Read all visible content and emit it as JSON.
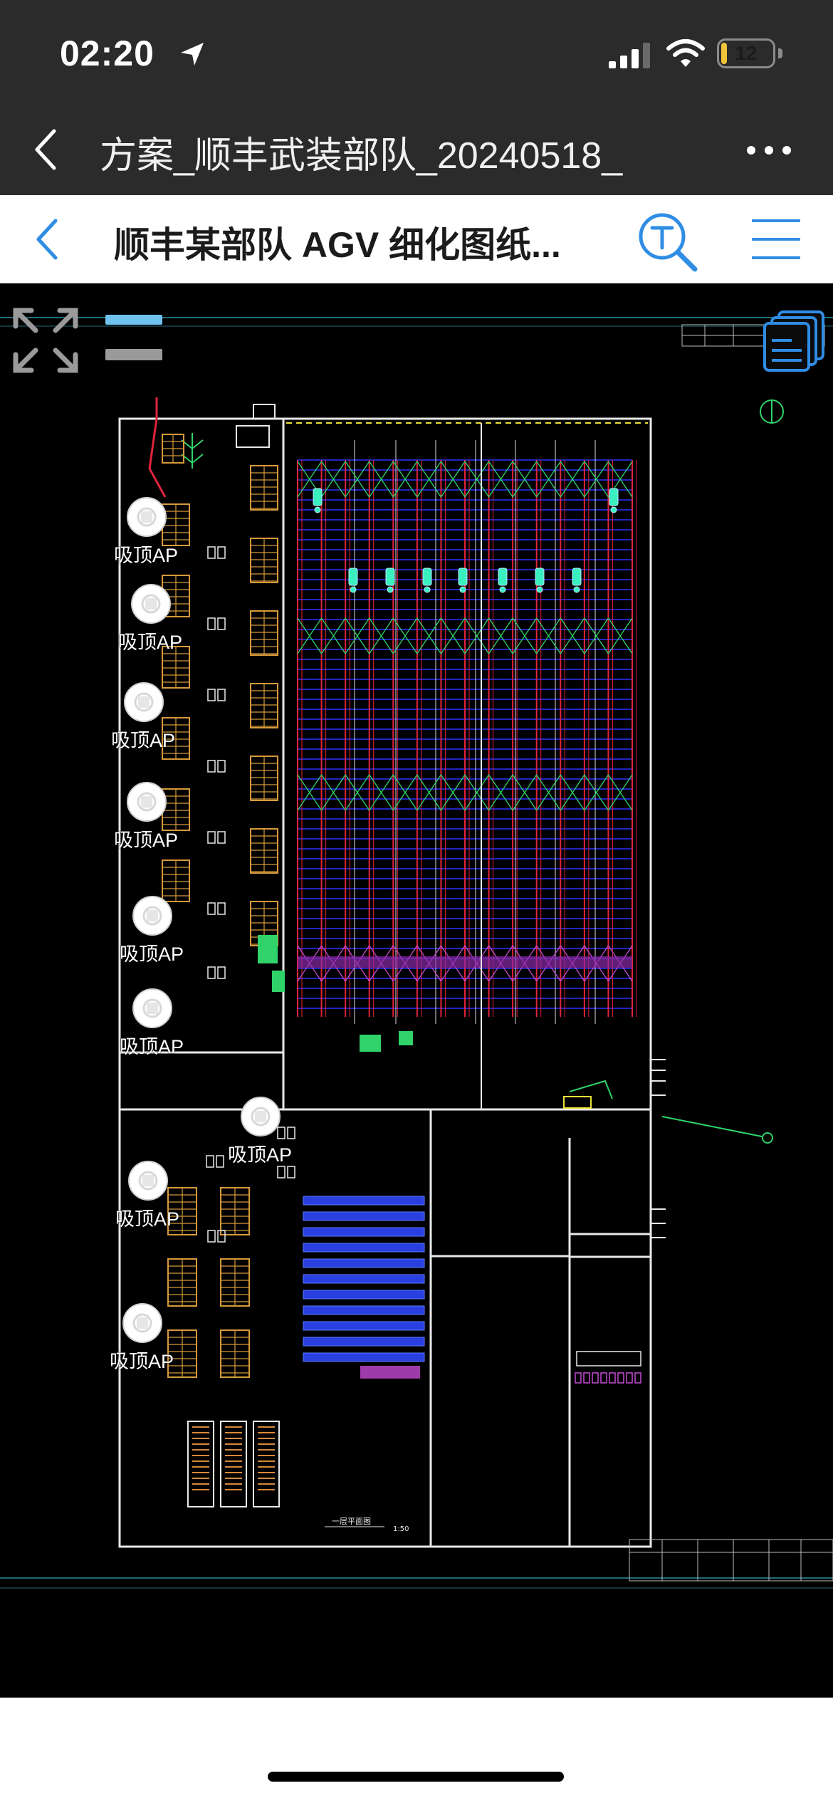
{
  "status_bar": {
    "time": "02:20",
    "battery": "12",
    "battery_level": 0.12
  },
  "nav": {
    "title": "方案_顺丰武装部队_20240518_"
  },
  "document": {
    "title": "顺丰某部队 AGV 细化图纸..."
  },
  "drawing": {
    "ap_labels": [
      "吸顶AP",
      "吸顶AP",
      "吸顶AP",
      "吸顶AP",
      "吸顶AP",
      "吸顶AP",
      "吸顶AP",
      "吸顶AP",
      "吸顶AP"
    ],
    "plan_caption": "一层平面图",
    "scale": "1:50"
  },
  "colors": {
    "accent": "#2f8de4",
    "cad_background": "#000000",
    "wall": "#e8e8e8",
    "rack_blue": "#2a33ff",
    "rack_red": "#e0243c",
    "rack_green": "#2fd36a",
    "pallet": "#d69a3a",
    "battery": "#f2c43a"
  },
  "icons": {
    "location": "location-arrow-icon",
    "signal": "cellular-signal-icon",
    "wifi": "wifi-icon",
    "back": "chevron-left-icon",
    "more": "more-horizontal-icon",
    "text_search": "text-search-icon",
    "menu": "hamburger-menu-icon",
    "fullscreen": "fullscreen-expand-icon",
    "layers": "layers-icon",
    "ap": "ceiling-ap-icon"
  }
}
